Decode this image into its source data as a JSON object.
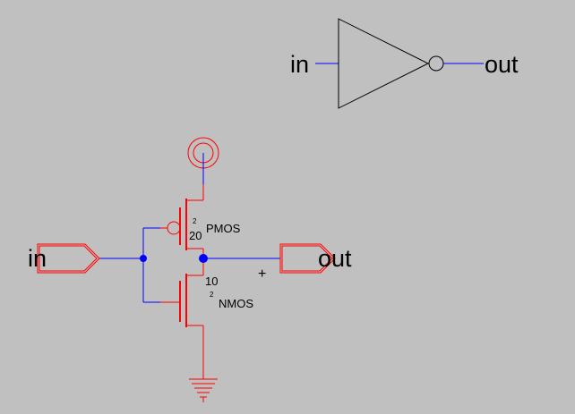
{
  "symbol": {
    "in_label": "in",
    "out_label": "out"
  },
  "schematic": {
    "in_pin_label": "in",
    "out_pin_label": "out",
    "pmos": {
      "name": "PMOS",
      "width": "20",
      "length": "2"
    },
    "nmos": {
      "name": "NMOS",
      "width": "10",
      "length": "2"
    },
    "cursor_marker": "+"
  },
  "colors": {
    "background": "#c0c0c0",
    "wire": "#0000ff",
    "component": "#ff0000",
    "node_dot": "#0000ff",
    "symbol_outline": "#000000"
  }
}
